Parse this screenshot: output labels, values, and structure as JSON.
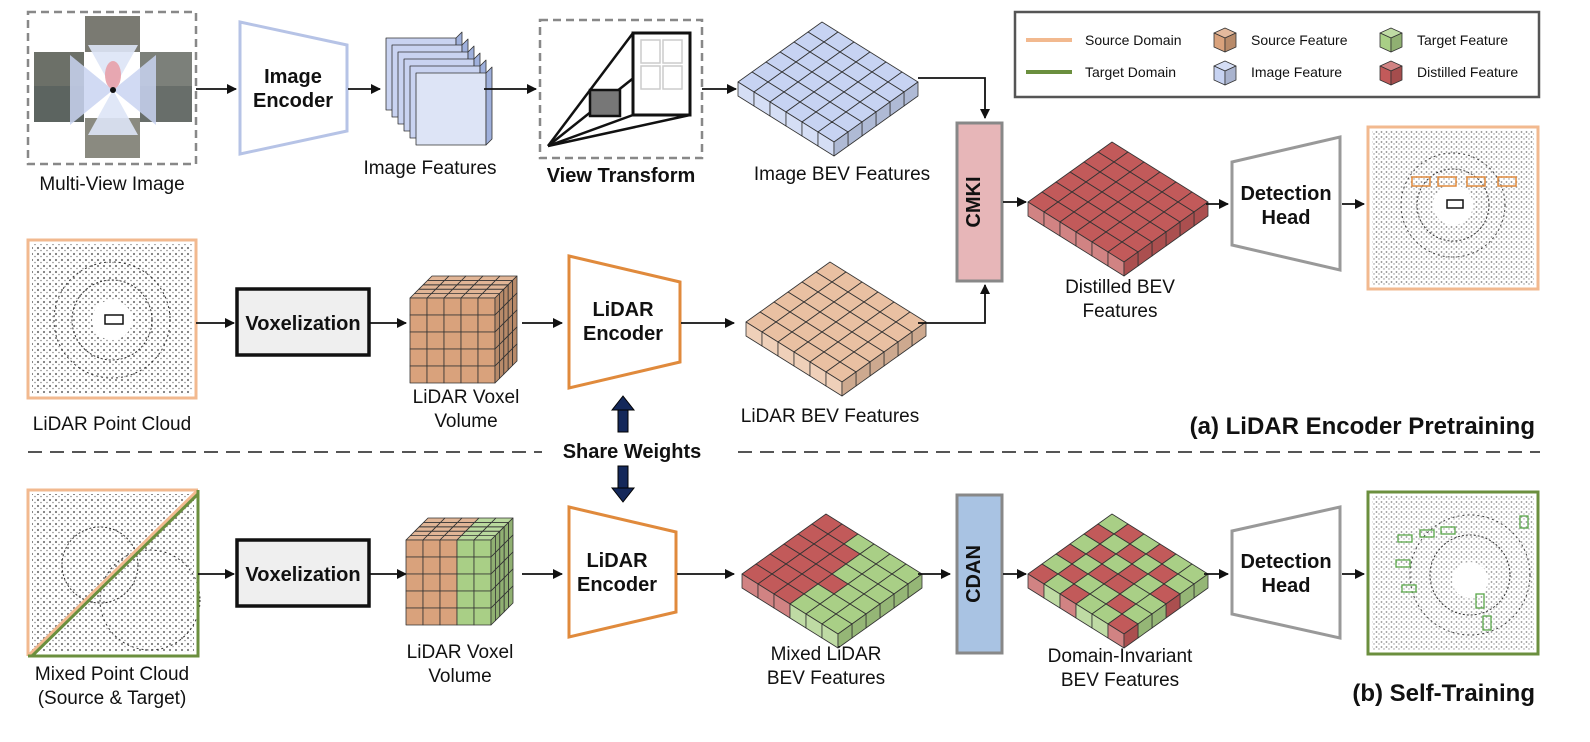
{
  "legend": {
    "source_domain": "Source Domain",
    "target_domain": "Target Domain",
    "source_feature": "Source Feature",
    "image_feature": "Image Feature",
    "target_feature": "Target Feature",
    "distilled_feature": "Distilled Feature"
  },
  "top": {
    "multi_view": "Multi-View Image",
    "image_encoder_1": "Image",
    "image_encoder_2": "Encoder",
    "image_features": "Image Features",
    "view_transform": "View Transform",
    "image_bev": "Image BEV Features",
    "cmki": "CMKI",
    "distilled_1": "Distilled BEV",
    "distilled_2": "Features",
    "detection_1": "Detection",
    "detection_2": "Head"
  },
  "mid": {
    "lidar_pc": "LiDAR Point Cloud",
    "voxelization": "Voxelization",
    "voxel_1": "LiDAR Voxel",
    "voxel_2": "Volume",
    "encoder_1": "LiDAR",
    "encoder_2": "Encoder",
    "lidar_bev": "LiDAR BEV Features",
    "section_a": "(a) LiDAR Encoder Pretraining",
    "share_weights": "Share Weights"
  },
  "bottom": {
    "mixed_1": "Mixed Point Cloud",
    "mixed_2": "(Source & Target)",
    "voxelization": "Voxelization",
    "voxel_1": "LiDAR Voxel",
    "voxel_2": "Volume",
    "encoder_1": "LiDAR",
    "encoder_2": "Encoder",
    "mixed_bev_1": "Mixed LiDAR",
    "mixed_bev_2": "BEV Features",
    "cdan": "CDAN",
    "di_1": "Domain-Invariant",
    "di_2": "BEV Features",
    "detection_1": "Detection",
    "detection_2": "Head",
    "section_b": "(b) Self-Training"
  },
  "colors": {
    "source": "#f2b98f",
    "target": "#6b8f3e",
    "image_feature": "#c7d3f2",
    "distilled": "#c25a5a",
    "target_cube": "#a9cf86",
    "source_cube": "#d9a27c",
    "cmki_fill": "#e7b6b8",
    "cdan_fill": "#a9c3e3"
  }
}
